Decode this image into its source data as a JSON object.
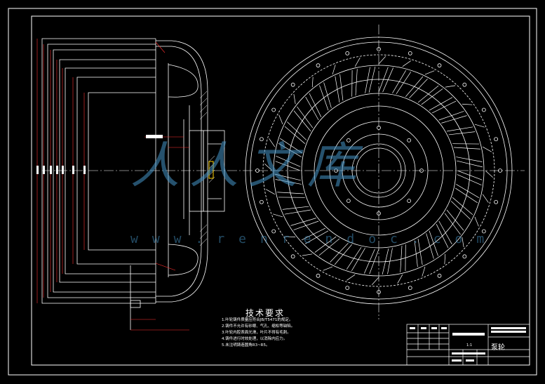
{
  "drawing": {
    "requirements_title": "技术要求",
    "requirements": [
      "1.叶轮铸件质量应符合JB/T5471的规定。",
      "2.铸件不允许有砂眼、气孔、缩松等缺陷。",
      "3.叶轮内腔表面光滑，叶片不得有毛刺。",
      "4.铸件进行时效处理，以消除内应力。",
      "5.未注明铸造圆角R3~R5。"
    ],
    "title_block": {
      "part_name": "泵轮",
      "red_note": "—",
      "scale_label": "1:1"
    },
    "watermark": "人人文库",
    "watermark_url": "www.renrendoc.com"
  },
  "colors": {
    "line": "#ffffff",
    "dim": "#ff3030",
    "accent": "#ffd200",
    "center": "#ffffff",
    "watermark": "#4696c8"
  }
}
